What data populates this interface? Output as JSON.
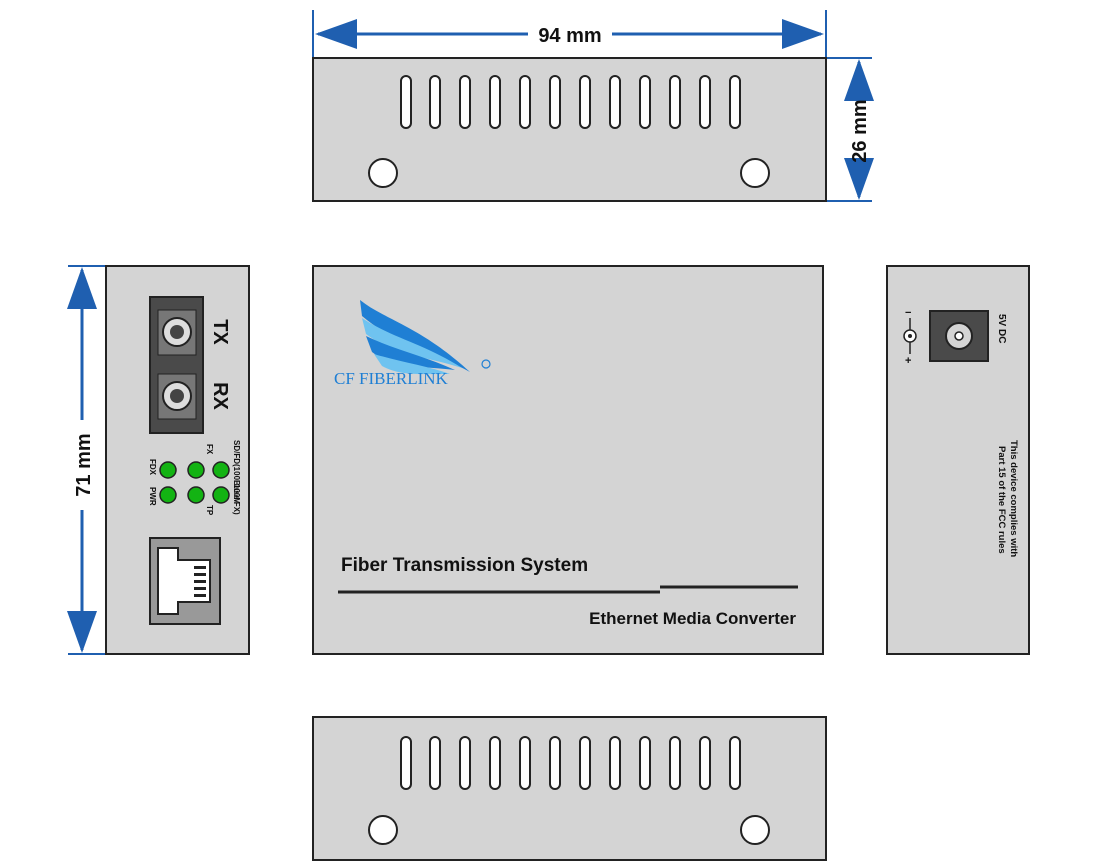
{
  "dimensions": {
    "width": "94 mm",
    "height": "26 mm",
    "depth": "71 mm"
  },
  "front_panel": {
    "port_tx": "TX",
    "port_rx": "RX",
    "led_100base_fx_sd": "SD/FD(100Base-FX)",
    "led_fx_link": "FX",
    "led_fdx": "FDX",
    "led_100m_speed": "100M",
    "led_tp": "TP",
    "led_pwr": "PWR"
  },
  "top_panel": {
    "brand_logo_text": "CF FIBERLINK",
    "product_line": "Fiber Transmission System",
    "product_name": "Ethernet Media Converter"
  },
  "rear_panel": {
    "power_label": "5V DC",
    "compliance_line1": "This device complies with",
    "compliance_line2": "Part 15 of the FCC rules"
  },
  "colors": {
    "panel_fill": "#d4d4d4",
    "panel_stroke": "#222222",
    "dimension_blue": "#1f5fb0",
    "led_green": "#13b313",
    "logo_blue": "#1f7fd4",
    "logo_light": "#6fc3f0"
  }
}
